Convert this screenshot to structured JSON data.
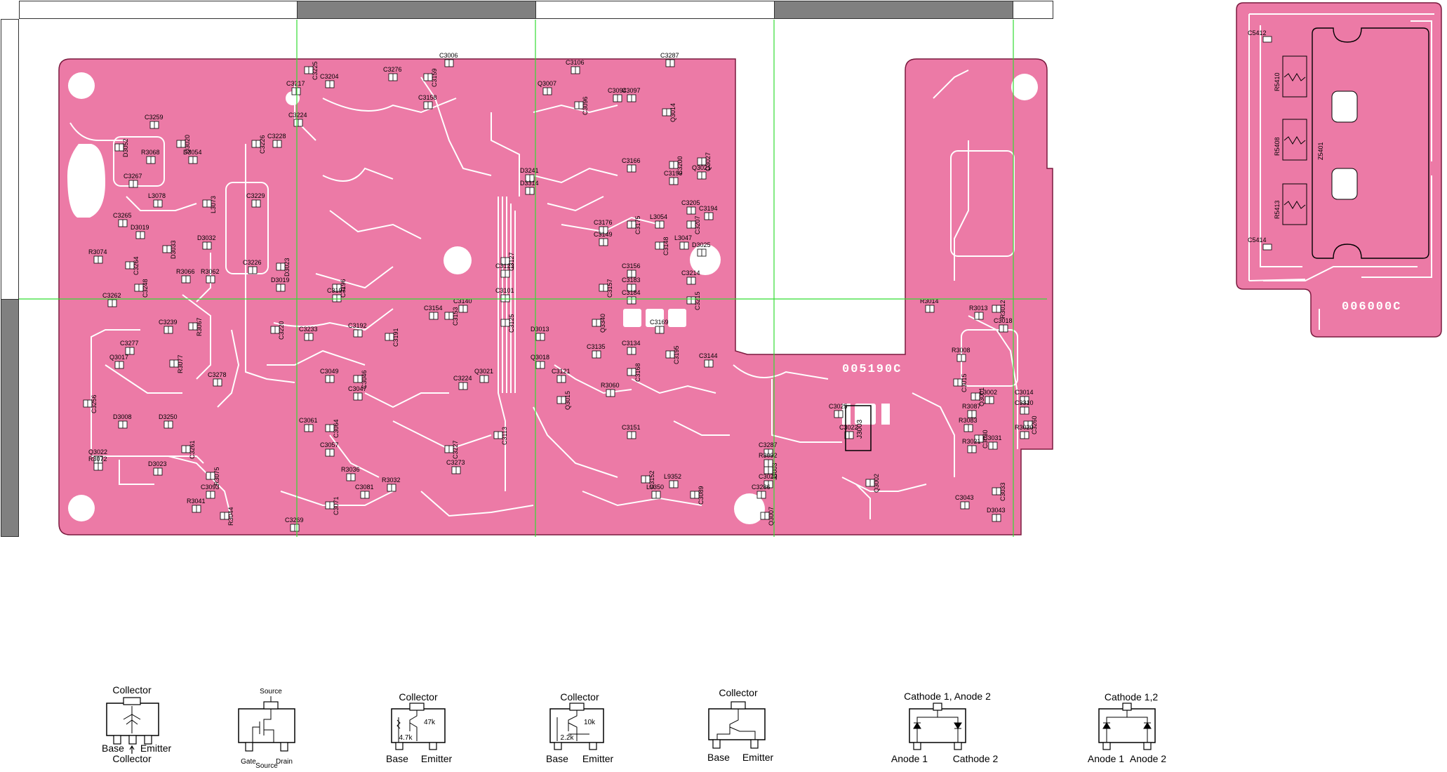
{
  "board_main": {
    "code": "005190C",
    "components": [
      {
        "t": "C3259"
      },
      {
        "t": "D3052"
      },
      {
        "t": "R3068"
      },
      {
        "t": "C3267"
      },
      {
        "t": "Q3020"
      },
      {
        "t": "D3054"
      },
      {
        "t": "L3078"
      },
      {
        "t": "L3073"
      },
      {
        "t": "C3265"
      },
      {
        "t": "D3019"
      },
      {
        "t": "D3033"
      },
      {
        "t": "D3032"
      },
      {
        "t": "R3074"
      },
      {
        "t": "C3264"
      },
      {
        "t": "R3066"
      },
      {
        "t": "R3062"
      },
      {
        "t": "C3248"
      },
      {
        "t": "C3262"
      },
      {
        "t": "C3239"
      },
      {
        "t": "R3067"
      },
      {
        "t": "C3278"
      },
      {
        "t": "C3277"
      },
      {
        "t": "R3077"
      },
      {
        "t": "Q3017"
      },
      {
        "t": "Q3022"
      },
      {
        "t": "C3256"
      },
      {
        "t": "D3008"
      },
      {
        "t": "D3250"
      },
      {
        "t": "C3261"
      },
      {
        "t": "D3023"
      },
      {
        "t": "R3072"
      },
      {
        "t": "R3075"
      },
      {
        "t": "C3093"
      },
      {
        "t": "R3041"
      },
      {
        "t": "R3044"
      },
      {
        "t": "C3269"
      },
      {
        "t": "C3217"
      },
      {
        "t": "C3225"
      },
      {
        "t": "C3204"
      },
      {
        "t": "C3224"
      },
      {
        "t": "C3226"
      },
      {
        "t": "C3228"
      },
      {
        "t": "C3229"
      },
      {
        "t": "D3023"
      },
      {
        "t": "C3226"
      },
      {
        "t": "D3019"
      },
      {
        "t": "C3220"
      },
      {
        "t": "C3233"
      },
      {
        "t": "C3049"
      },
      {
        "t": "C3046"
      },
      {
        "t": "C3047"
      },
      {
        "t": "C3061"
      },
      {
        "t": "C3064"
      },
      {
        "t": "C3057"
      },
      {
        "t": "R3036"
      },
      {
        "t": "C3071"
      },
      {
        "t": "C3081"
      },
      {
        "t": "R3032"
      },
      {
        "t": "C3196"
      },
      {
        "t": "C3197"
      },
      {
        "t": "C3192"
      },
      {
        "t": "C3191"
      },
      {
        "t": "C3006"
      },
      {
        "t": "C3276"
      },
      {
        "t": "C3159"
      },
      {
        "t": "C3158"
      },
      {
        "t": "C3140"
      },
      {
        "t": "C3153"
      },
      {
        "t": "C3154"
      },
      {
        "t": "C3224"
      },
      {
        "t": "C3227"
      },
      {
        "t": "C3273"
      },
      {
        "t": "Q3021"
      },
      {
        "t": "C3113"
      },
      {
        "t": "Q3007"
      },
      {
        "t": "C3106"
      },
      {
        "t": "C3096"
      },
      {
        "t": "C3094"
      },
      {
        "t": "C3097"
      },
      {
        "t": "Q3014"
      },
      {
        "t": "D3241"
      },
      {
        "t": "D3314"
      },
      {
        "t": "C3127"
      },
      {
        "t": "C3123"
      },
      {
        "t": "C3101"
      },
      {
        "t": "C3125"
      },
      {
        "t": "D3013"
      },
      {
        "t": "Q3018"
      },
      {
        "t": "Q3340"
      },
      {
        "t": "C3135"
      },
      {
        "t": "C3134"
      },
      {
        "t": "C3168"
      },
      {
        "t": "C3169"
      },
      {
        "t": "L3054"
      },
      {
        "t": "C3175"
      },
      {
        "t": "C3176"
      },
      {
        "t": "C3149"
      },
      {
        "t": "C3148"
      },
      {
        "t": "C3156"
      },
      {
        "t": "C3183"
      },
      {
        "t": "C3157"
      },
      {
        "t": "C3184"
      },
      {
        "t": "C3214"
      },
      {
        "t": "C3215"
      },
      {
        "t": "C3287"
      },
      {
        "t": "C3166"
      },
      {
        "t": "C3200"
      },
      {
        "t": "C3199"
      },
      {
        "t": "C3205"
      },
      {
        "t": "C3207"
      },
      {
        "t": "D3025"
      },
      {
        "t": "L3047"
      },
      {
        "t": "Q3027"
      },
      {
        "t": "Q3021"
      },
      {
        "t": "C3194"
      },
      {
        "t": "C3195"
      },
      {
        "t": "C3144"
      },
      {
        "t": "C3121"
      },
      {
        "t": "Q3015"
      },
      {
        "t": "R3060"
      },
      {
        "t": "C3151"
      },
      {
        "t": "C3152"
      },
      {
        "t": "L9350"
      },
      {
        "t": "L9352"
      },
      {
        "t": "C3089"
      },
      {
        "t": "C3286"
      },
      {
        "t": "C3287"
      },
      {
        "t": "J3003"
      },
      {
        "t": "R3092"
      },
      {
        "t": "C3029"
      },
      {
        "t": "Q3007"
      },
      {
        "t": "C3025"
      },
      {
        "t": "C3022"
      },
      {
        "t": "Q3002"
      },
      {
        "t": "R3014"
      },
      {
        "t": "R3013"
      },
      {
        "t": "R3012"
      },
      {
        "t": "C3018"
      },
      {
        "t": "R3008"
      },
      {
        "t": "C3015"
      },
      {
        "t": "L3002"
      },
      {
        "t": "C3014"
      },
      {
        "t": "Q3001"
      },
      {
        "t": "C3310"
      },
      {
        "t": "R3087"
      },
      {
        "t": "C3260"
      },
      {
        "t": "R3083"
      },
      {
        "t": "R3020"
      },
      {
        "t": "C3030"
      },
      {
        "t": "C3031"
      },
      {
        "t": "R3021"
      },
      {
        "t": "C3033"
      },
      {
        "t": "C3043"
      },
      {
        "t": "D3043"
      }
    ]
  },
  "board_small": {
    "code": "006000C",
    "components": [
      {
        "t": "C5412"
      },
      {
        "t": "R5410"
      },
      {
        "t": "R5408"
      },
      {
        "t": "R5413"
      },
      {
        "t": "C5414"
      },
      {
        "t": "Z5401"
      }
    ]
  },
  "packages": [
    {
      "top": "Collector",
      "bl": "Base",
      "br": "Emitter",
      "bottom": "Collector"
    },
    {
      "top": "Source",
      "bl": "Gate",
      "br": "Drain",
      "bottom": "Source"
    },
    {
      "top": "Collector",
      "bl": "Base",
      "br": "Emitter",
      "r1": "47k",
      "r2": "4.7k"
    },
    {
      "top": "Collector",
      "bl": "Base",
      "br": "Emitter",
      "r1": "10k",
      "r2": "2.2k"
    },
    {
      "top": "Collector",
      "bl": "Base",
      "br": "Emitter"
    },
    {
      "top": "Cathode 1, Anode 2",
      "bl": "Anode 1",
      "br": "Cathode 2"
    },
    {
      "top": "Cathode 1,2",
      "bl": "Anode 1",
      "br": "Anode 2"
    }
  ],
  "colors": {
    "board": "#ec7aa6",
    "trace": "#ffffff",
    "grid": "#33dd33",
    "ruler_dark": "#808080"
  }
}
